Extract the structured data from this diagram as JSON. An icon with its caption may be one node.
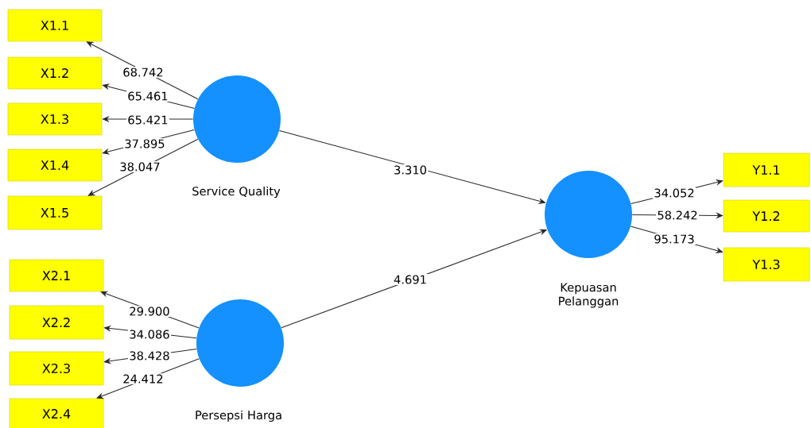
{
  "diagram": {
    "nodes": [
      {
        "text": [],
        "shape": "circle",
        "beside": [
          "Service Quality"
        ]
      },
      {
        "text": [
          "X1.1"
        ]
      },
      {
        "text": [
          "X1.2"
        ]
      },
      {
        "text": [
          "X1.3"
        ]
      },
      {
        "text": [
          "X1.4"
        ]
      },
      {
        "text": [
          "X1.5"
        ]
      },
      {
        "text": [],
        "shape": "circle",
        "beside": [
          "Persepsi Harga"
        ]
      },
      {
        "text": [
          "X2.1"
        ]
      },
      {
        "text": [
          "X2.2"
        ]
      },
      {
        "text": [
          "X2.3"
        ]
      },
      {
        "text": [
          "X2.4"
        ]
      },
      {
        "text": [],
        "shape": "circle",
        "beside": [
          "Kepuasan Pelanggan"
        ]
      },
      {
        "text": [
          "Y1.1"
        ]
      },
      {
        "text": [
          "Y1.2"
        ]
      },
      {
        "text": [
          "Y1.3"
        ]
      }
    ],
    "edges": [
      {
        "from": 0,
        "to": 1,
        "arrow": "to",
        "label": "68.742"
      },
      {
        "from": 0,
        "to": 2,
        "arrow": "to",
        "label": "65.461"
      },
      {
        "from": 0,
        "to": 3,
        "arrow": "to",
        "label": "65.421"
      },
      {
        "from": 0,
        "to": 4,
        "arrow": "to",
        "label": "37.895"
      },
      {
        "from": 0,
        "to": 5,
        "arrow": "to",
        "label": "38.047"
      },
      {
        "from": 6,
        "to": 7,
        "arrow": "to",
        "label": "29.900"
      },
      {
        "from": 6,
        "to": 8,
        "arrow": "to",
        "label": "34.086"
      },
      {
        "from": 6,
        "to": 9,
        "arrow": "to",
        "label": "38.428"
      },
      {
        "from": 6,
        "to": 10,
        "arrow": "to",
        "label": "24.412"
      },
      {
        "from": 11,
        "to": 12,
        "arrow": "to",
        "label": "34.052"
      },
      {
        "from": 11,
        "to": 13,
        "arrow": "to",
        "label": "58.242"
      },
      {
        "from": 11,
        "to": 14,
        "arrow": "to",
        "label": "95.173"
      },
      {
        "from": 0,
        "to": 11,
        "arrow": "to",
        "label": "3.310"
      },
      {
        "from": 6,
        "to": 11,
        "arrow": "to",
        "label": "4.691"
      }
    ]
  }
}
